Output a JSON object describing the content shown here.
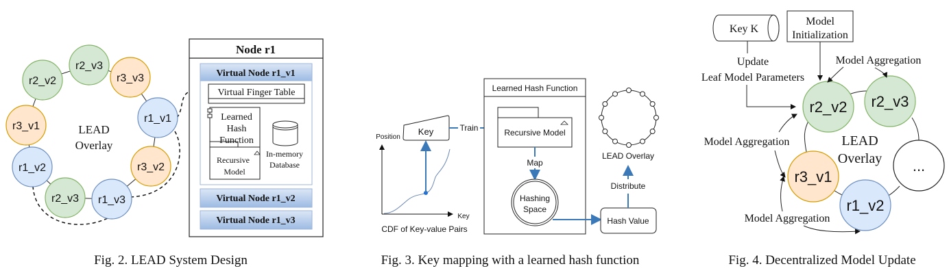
{
  "colors": {
    "blue_fill": "#dae8fc",
    "blue_stroke": "#6c8ebf",
    "green_fill": "#d5e8d4",
    "green_stroke": "#82b366",
    "orange_fill": "#ffe6cc",
    "orange_stroke": "#d79b00",
    "accent_blue": "#3a78b8",
    "header_blue": "#b9cdea"
  },
  "fig2": {
    "overlay_label": [
      "LEAD",
      "Overlay"
    ],
    "ring_nodes": [
      {
        "label": "r2_v3",
        "color": "green"
      },
      {
        "label": "r3_v3",
        "color": "orange"
      },
      {
        "label": "r1_v1",
        "color": "blue"
      },
      {
        "label": "r3_v2",
        "color": "orange"
      },
      {
        "label": "r1_v3",
        "color": "blue"
      },
      {
        "label": "r2_v3",
        "color": "green"
      },
      {
        "label": "r1_v2",
        "color": "blue"
      },
      {
        "label": "r3_v1",
        "color": "orange"
      },
      {
        "label": "r2_v2",
        "color": "green"
      }
    ],
    "node_box": {
      "title": "Node r1",
      "virtual_nodes": [
        "Virtual Node r1_v1",
        "Virtual Node r1_v2",
        "Virtual Node r1_v3"
      ],
      "finger_table": "Virtual Finger Table",
      "learned_hash": [
        "Learned",
        "Hash",
        "Function"
      ],
      "recursive_model": [
        "Recursive",
        "Model"
      ],
      "database": [
        "In-memory",
        "Database"
      ]
    },
    "caption": "Fig. 2.  LEAD System Design"
  },
  "fig3": {
    "position_label": "Position",
    "key_axis_label": "Key",
    "key_box": "Key",
    "cdf_label": "CDF of Key-value Pairs",
    "train_label": "Train",
    "lhf_title": "Learned Hash Function",
    "recursive_model": "Recursive Model",
    "map_label": "Map",
    "hashing_space": [
      "Hashing",
      "Space"
    ],
    "hash_value": "Hash Value",
    "distribute_label": "Distribute",
    "overlay_label": "LEAD Overlay",
    "caption": "Fig. 3.  Key mapping with a learned hash function"
  },
  "fig4": {
    "key_k": "Key K",
    "model_init": [
      "Model",
      "Initialization"
    ],
    "update_label": [
      "Update",
      "Leaf Model Parameters"
    ],
    "aggregation_labels": [
      "Model Aggregation",
      "Model Aggregation",
      "Model Aggregation"
    ],
    "overlay_label": [
      "LEAD",
      "Overlay"
    ],
    "nodes": [
      {
        "label": "r2_v2",
        "color": "green"
      },
      {
        "label": "r2_v3",
        "color": "green"
      },
      {
        "label": "...",
        "color": "white"
      },
      {
        "label": "r1_v2",
        "color": "blue"
      },
      {
        "label": "r3_v1",
        "color": "orange"
      }
    ],
    "caption": "Fig. 4.  Decentralized Model Update"
  }
}
